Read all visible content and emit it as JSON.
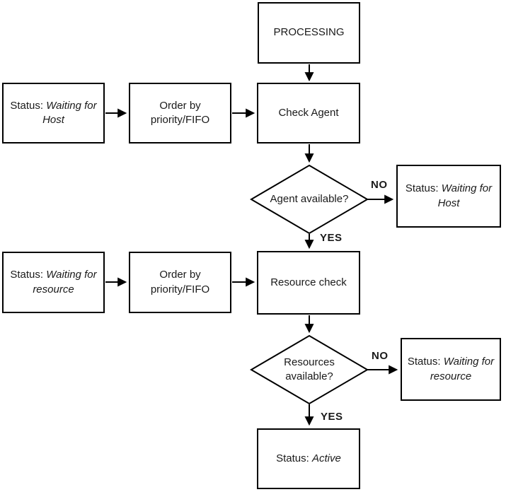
{
  "diagram": {
    "background": "#ffffff",
    "stroke_color": "#000000",
    "text_color": "#1a1a1a",
    "nodes": {
      "processing": {
        "label": "PROCESSING"
      },
      "waiting_host_left": {
        "prefix": "Status:",
        "em": "Waiting for Host"
      },
      "order_by_priority_1": {
        "label": "Order by priority/FIFO"
      },
      "check_agent": {
        "label": "Check Agent"
      },
      "agent_available": {
        "label": "Agent available?"
      },
      "waiting_host_right": {
        "prefix": "Status:",
        "em": "Waiting for Host"
      },
      "waiting_resource_left": {
        "prefix": "Status:",
        "em": "Waiting for resource"
      },
      "order_by_priority_2": {
        "label": "Order by priority/FIFO"
      },
      "resource_check": {
        "label": "Resource check"
      },
      "resources_available": {
        "label": "Resources available?"
      },
      "waiting_resource_right": {
        "prefix": "Status:",
        "em": "Waiting for resource"
      },
      "status_active": {
        "prefix": "Status:",
        "em": "Active"
      }
    },
    "edge_labels": {
      "no_agent": "NO",
      "yes_agent": "YES",
      "no_resource": "NO",
      "yes_resource": "YES"
    }
  }
}
